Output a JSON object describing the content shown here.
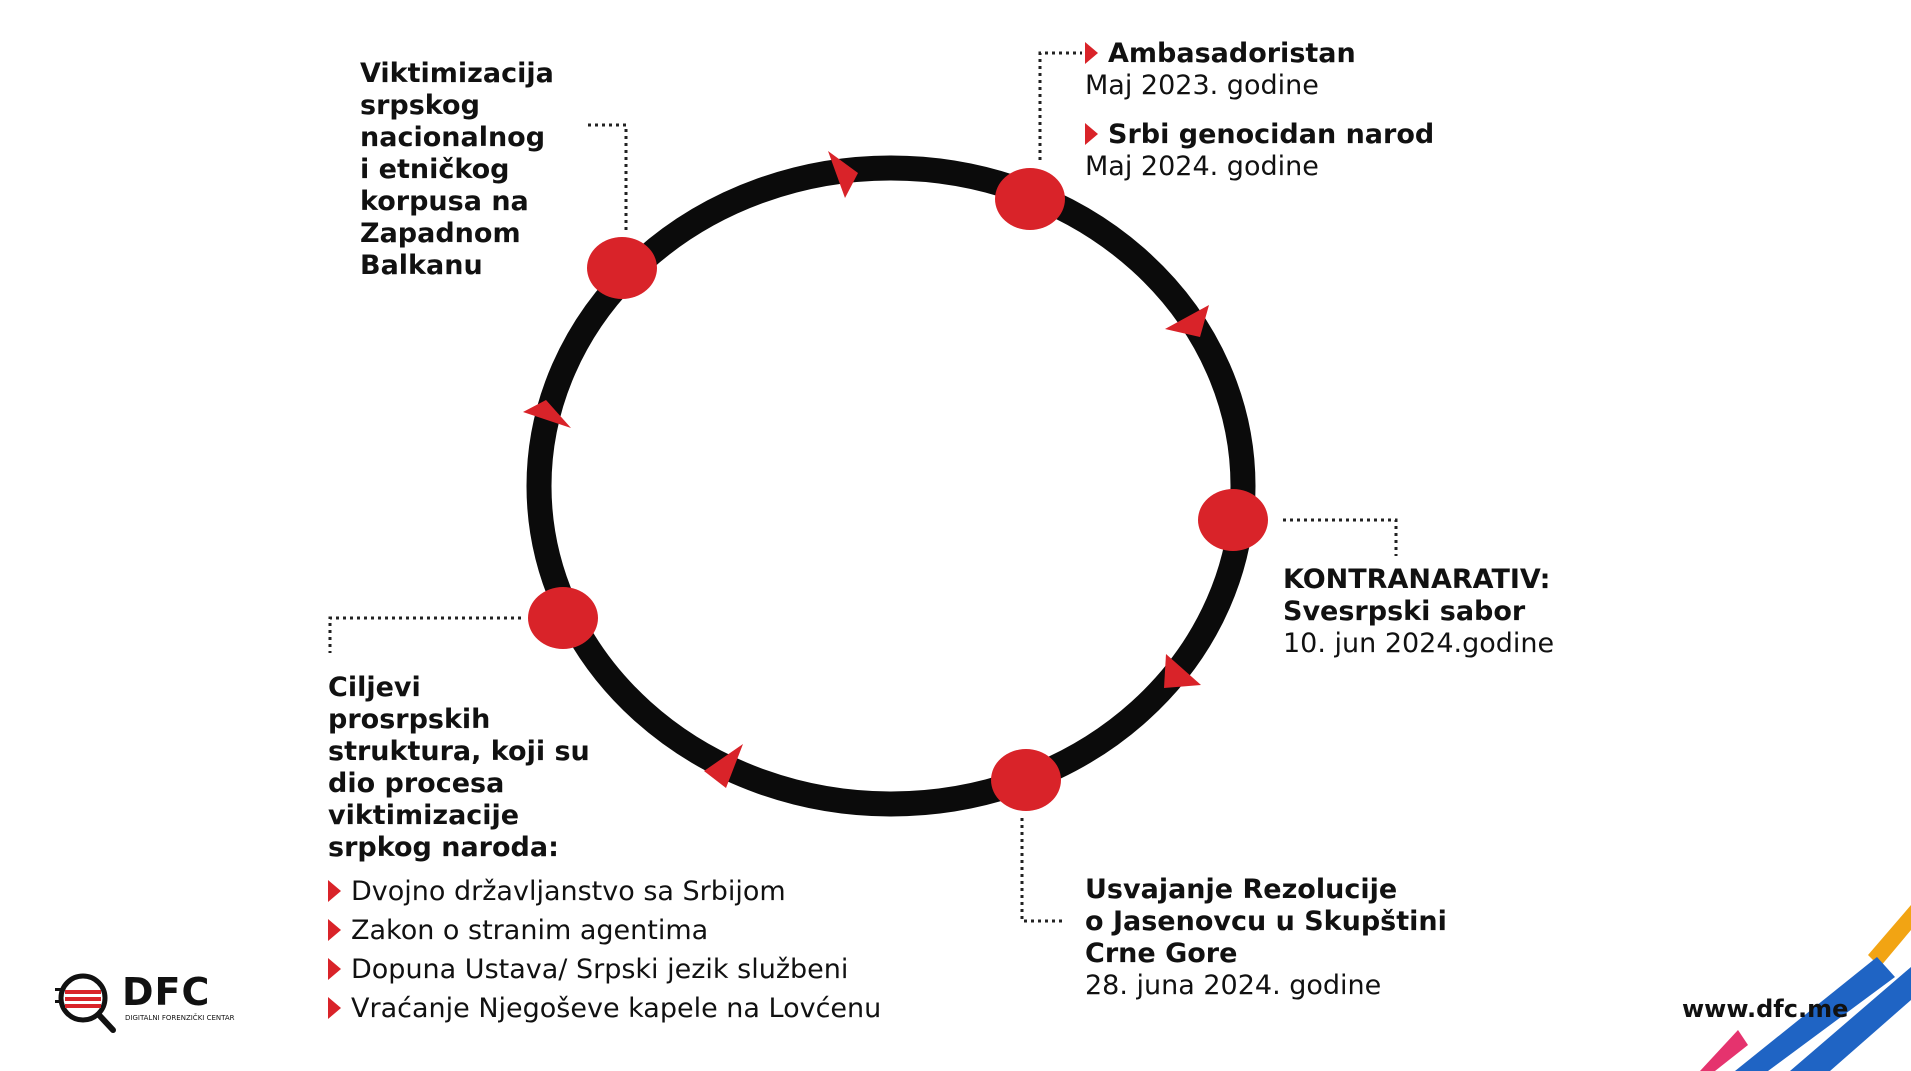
{
  "top_left": {
    "lines": [
      "Viktimizacija",
      "srpskog",
      "nacionalnog",
      "i etničkog",
      "korpusa na",
      "Zapadnom",
      "Balkanu"
    ]
  },
  "top_right": {
    "item1_title": "Ambasadoristan",
    "item1_date": "Maj 2023. godine",
    "item2_title": "Srbi genocidan narod",
    "item2_date": "Maj 2024. godine"
  },
  "right": {
    "title_line1": "KONTRANARATIV:",
    "title_line2": "Svesrpski sabor",
    "date": "10. jun 2024.godine"
  },
  "bottom_right": {
    "lines": [
      "Usvajanje Rezolucije",
      "o Jasenovcu u Skupštini",
      "Crne Gore"
    ],
    "date": "28. juna 2024. godine"
  },
  "bottom_left": {
    "heading_lines": [
      "Ciljevi",
      "prosrpskih",
      "struktura, koji su",
      "dio procesa",
      "viktimizacije",
      "srpkog naroda:"
    ],
    "items": [
      "Dvojno državljanstvo sa Srbijom",
      "Zakon o stranim agentima",
      "Dopuna Ustava/ Srpski jezik službeni",
      "Vraćanje Njegoševe kapele na Lovćenu"
    ]
  },
  "logo": {
    "name": "DFC",
    "subtitle": "DIGITALNI FORENZIČKI CENTAR"
  },
  "website": "www.dfc.me",
  "colors": {
    "accent_red": "#d92329",
    "ring": "#0b0b0b",
    "stripe_orange": "#f2a413",
    "stripe_blue": "#1f64c4",
    "stripe_pink": "#e5336e"
  }
}
